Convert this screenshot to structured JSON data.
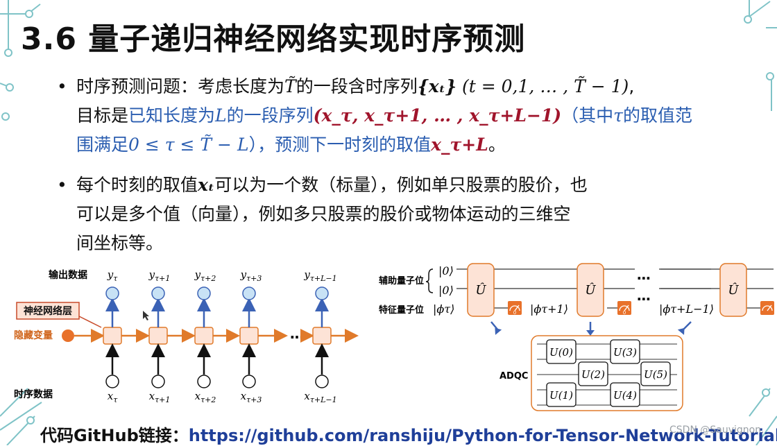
{
  "slide": {
    "title": "3.6 量子递归神经网络实现时序预测"
  },
  "bullet1": {
    "line1_prefix": "时序预测问题：考虑长度为",
    "T_tilde": "T̃",
    "line1_mid": "的一段含时序列",
    "seq": "{xₜ}",
    "range": "(t = 0,1, … , T̃ − 1)",
    "line1_end": ",",
    "line2_prefix": "目标是",
    "known_len": "已知长度为",
    "L": "L",
    "seg": "的一段序列",
    "tuple": "(x_τ, x_τ+1, … , x_τ+L−1)",
    "paren": "（其中",
    "tau": "τ",
    "range_text": "的取值范",
    "line3_a": "围满足",
    "ineq": "0 ≤ τ ≤ T̃ − L",
    "line3_b": "），预测下一时刻的取值",
    "next": "x_τ+L",
    "period": "。"
  },
  "bullet2": {
    "line1_a": "每个时刻的取值",
    "xt": "xₜ",
    "line1_b": "可以为一个数（标量），例如单只股票的股价，也",
    "line2": "可以是多个值（向量），例如多只股票的股价或物体运动的三维空",
    "line3": "间坐标等。"
  },
  "rnn_diagram": {
    "output_label": "输出数据",
    "layer_label": "神经网络层",
    "hidden_label": "隐藏变量",
    "input_label": "时序数据",
    "ellipsis": "…",
    "outputs": [
      "y",
      "y",
      "y",
      "y",
      "y"
    ],
    "inputs": [
      "x",
      "x",
      "x",
      "x",
      "x"
    ],
    "subscripts": [
      "τ",
      "τ+1",
      "τ+2",
      "τ+3",
      "τ+L−1"
    ]
  },
  "qrnn_diagram": {
    "aux_label": "辅助量子位",
    "feat_label": "特征量子位",
    "ket0": "|0⟩",
    "gate": "Û",
    "phis": [
      "|ϕτ⟩",
      "|ϕτ+1⟩",
      "|ϕτ+L−1⟩"
    ],
    "meter_value": "0",
    "ellipsis": "⋯",
    "adqc_label": "ADQC",
    "adqc_gates": [
      "U(0)",
      "U(1)",
      "U(2)",
      "U(3)",
      "U(4)",
      "U(5)"
    ]
  },
  "footer": {
    "label": "代码GitHub链接：",
    "url": "https://github.com/ranshiju/Python-for-Tensor-Network-Tutorial"
  },
  "watermark": "CSDN @Sauvignon."
}
